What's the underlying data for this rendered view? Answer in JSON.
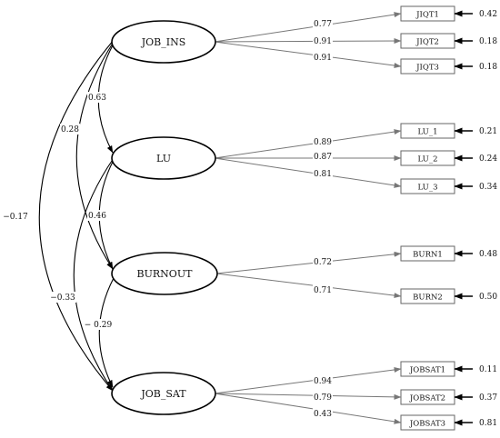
{
  "latents": {
    "job_ins": "JOB_INS",
    "lu": "LU",
    "burnout": "BURNOUT",
    "job_sat": "JOB_SAT"
  },
  "indicators": {
    "jiqt1": "JIQT1",
    "jiqt2": "JIQT2",
    "jiqt3": "JIQT3",
    "lu_1": "LU_1",
    "lu_2": "LU_2",
    "lu_3": "LU_3",
    "burn1": "BURN1",
    "burn2": "BURN2",
    "jobsat1": "JOBSAT1",
    "jobsat2": "JOBSAT2",
    "jobsat3": "JOBSAT3"
  },
  "loadings": {
    "jiqt1": "0.77",
    "jiqt2": "0.91",
    "jiqt3": "0.91",
    "lu_1": "0.89",
    "lu_2": "0.87",
    "lu_3": "0.81",
    "burn1": "0.72",
    "burn2": "0.71",
    "jobsat1": "0.94",
    "jobsat2": "0.79",
    "jobsat3": "0.43"
  },
  "errors": {
    "jiqt1": "0.42",
    "jiqt2": "0.18",
    "jiqt3": "0.18",
    "lu_1": "0.21",
    "lu_2": "0.24",
    "lu_3": "0.34",
    "burn1": "0.48",
    "burn2": "0.50",
    "jobsat1": "0.11",
    "jobsat2": "0.37",
    "jobsat3": "0.81"
  },
  "correlations": {
    "jobins_lu": "0.63",
    "jobins_burnout": "0.28",
    "jobins_jobsat": "−0.17",
    "lu_burnout": "0.46",
    "lu_jobsat": "−0.33",
    "burnout_jobsat": "− 0.29"
  }
}
